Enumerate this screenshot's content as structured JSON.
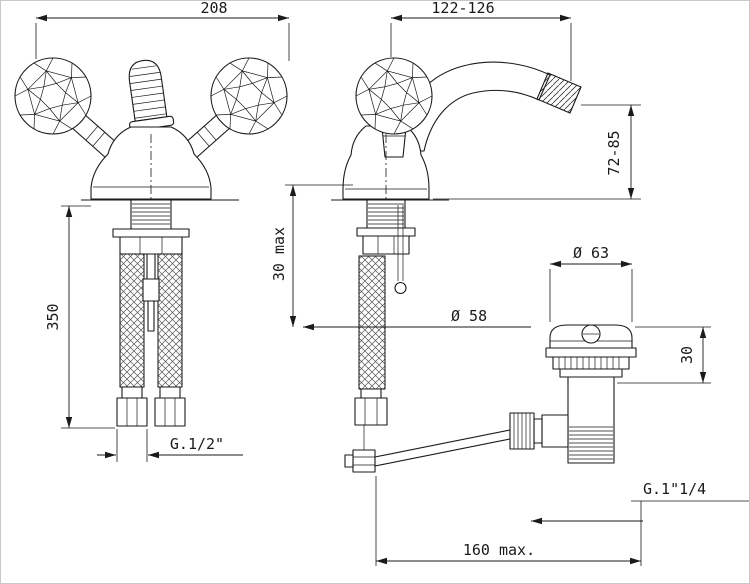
{
  "labels": {
    "overall_width": "208",
    "body_width": "122-126",
    "spout_height": "72-85",
    "hose_length": "350",
    "deck_thickness": "30 max",
    "body_diameter": "Ø 58",
    "waste_diameter": "Ø 63",
    "waste_height": "30",
    "supply_thread": "G.1/2\"",
    "waste_thread": "G.1\"1/4",
    "waste_reach": "160 max."
  }
}
